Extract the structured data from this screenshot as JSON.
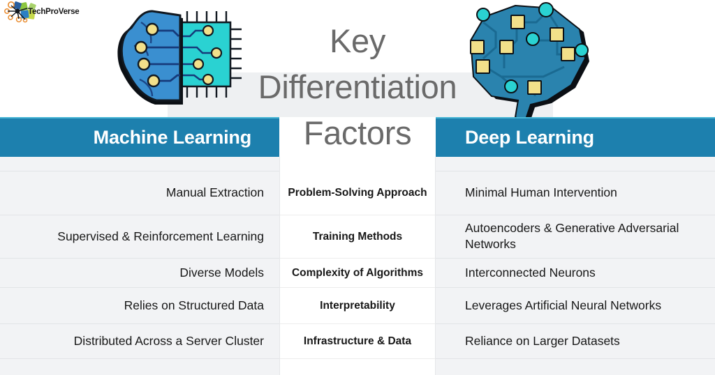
{
  "brand": {
    "name": "TechProVerse",
    "logo_icon": "network-nodes-logo-icon"
  },
  "title": {
    "line1": "Key",
    "line2": "Differentiation",
    "line3": "Factors",
    "color": "#6a6a6a",
    "band_color": "#eef0f2"
  },
  "illustrations": {
    "left": {
      "icon": "brain-microchip-icon",
      "brain_color": "#3a8fd0",
      "chip_color": "#2ad2d2",
      "node_color": "#f2e08a"
    },
    "right": {
      "icon": "brain-circuit-icon",
      "brain_color": "#2a83ae",
      "node_square_color": "#f2e08a",
      "node_circle_color": "#2ad2d2"
    }
  },
  "headers": {
    "accent_color": "#1d80ae",
    "accent_top_line": "#46b4d4",
    "left": "Machine Learning",
    "center": "",
    "right": "Deep Learning"
  },
  "table": {
    "columns": [
      "Machine Learning",
      "Key Differentiation Factors",
      "Deep Learning"
    ],
    "rows": [
      {
        "factor": "Problem-Solving Approach",
        "machine_learning": "Manual Extraction",
        "deep_learning": "Minimal Human Intervention"
      },
      {
        "factor": "Training Methods",
        "machine_learning": "Supervised & Reinforcement Learning",
        "deep_learning": "Autoencoders & Generative Adversarial Networks"
      },
      {
        "factor": "Complexity of Algorithms",
        "machine_learning": "Diverse Models",
        "deep_learning": "Interconnected Neurons"
      },
      {
        "factor": "Interpretability",
        "machine_learning": "Relies on Structured Data",
        "deep_learning": "Leverages Artificial Neural Networks"
      },
      {
        "factor": "Infrastructure & Data",
        "machine_learning": "Distributed Across a Server Cluster",
        "deep_learning": "Reliance on Larger Datasets"
      }
    ]
  }
}
